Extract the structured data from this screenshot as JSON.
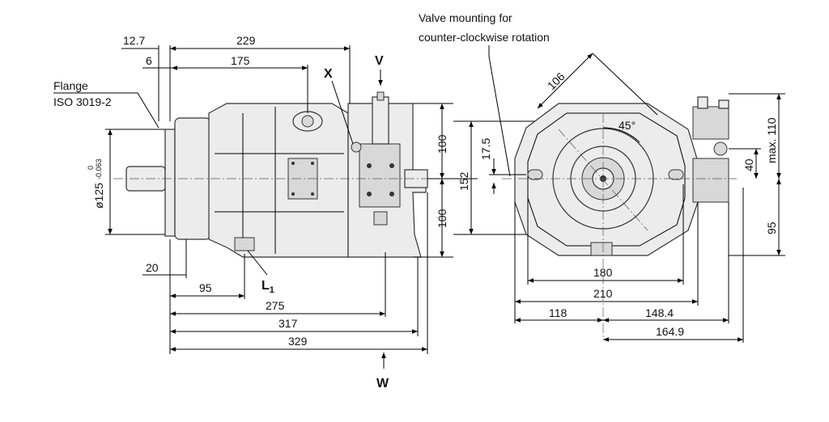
{
  "annotations": {
    "flange_line1": "Flange",
    "flange_line2": "ISO 3019-2",
    "valve_line1": "Valve mounting for",
    "valve_line2": "counter-clockwise rotation",
    "port_x": "X",
    "port_v": "V",
    "port_w": "W",
    "port_l1_main": "L",
    "port_l1_sub": "1"
  },
  "side_view": {
    "dim_12_7": "12.7",
    "dim_229": "229",
    "dim_6": "6",
    "dim_175": "175",
    "dim_diameter": "ø125",
    "dim_diameter_tol_upper": "0",
    "dim_diameter_tol_lower": "-0.063",
    "dim_100_upper": "100",
    "dim_100_lower": "100",
    "dim_152": "152",
    "dim_20": "20",
    "dim_95": "95",
    "dim_275": "275",
    "dim_317": "317",
    "dim_329": "329"
  },
  "front_view": {
    "dim_106": "106",
    "dim_45deg": "45°",
    "dim_17_5": "17.5",
    "dim_110": "max. 110",
    "dim_40": "40",
    "dim_95": "95",
    "dim_180": "180",
    "dim_210": "210",
    "dim_118": "118",
    "dim_148_4": "148.4",
    "dim_164_9": "164.9"
  }
}
